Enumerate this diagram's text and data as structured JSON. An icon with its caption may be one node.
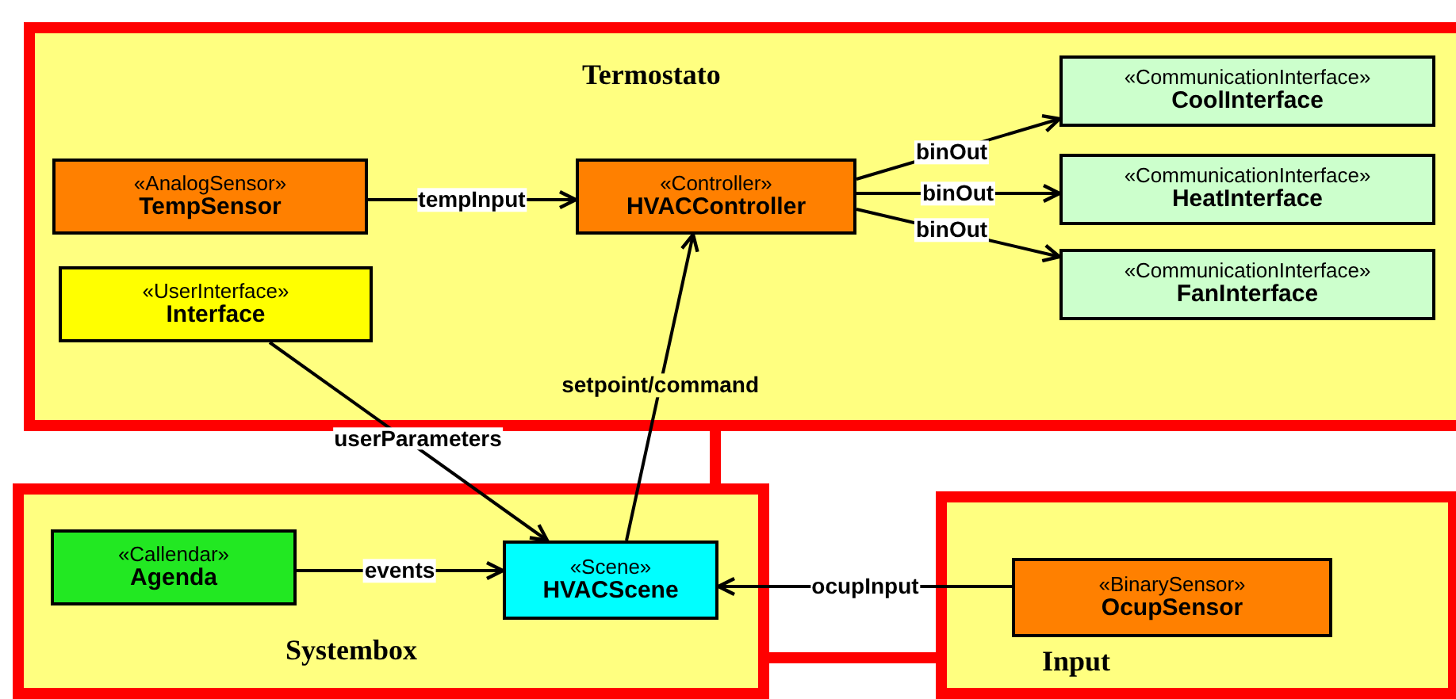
{
  "diagram": {
    "nodes": [
      {
        "text": [
          "Termostato"
        ]
      },
      {
        "text": [
          "«AnalogSensor»",
          "TempSensor"
        ],
        "in": 0
      },
      {
        "text": [
          "«Controller»",
          "HVACController"
        ],
        "in": 0
      },
      {
        "text": [
          "«CommunicationInterface»",
          "CoolInterface"
        ],
        "in": 0
      },
      {
        "text": [
          "«CommunicationInterface»",
          "HeatInterface"
        ],
        "in": 0
      },
      {
        "text": [
          "«CommunicationInterface»",
          "FanInterface"
        ],
        "in": 0
      },
      {
        "text": [
          "«UserInterface»",
          "Interface"
        ],
        "in": 0
      },
      {
        "text": [
          "Systembox"
        ]
      },
      {
        "text": [
          "«Callendar»",
          "Agenda"
        ],
        "in": 7
      },
      {
        "text": [
          "«Scene»",
          "HVACScene"
        ],
        "in": 7
      },
      {
        "text": [
          "Input"
        ]
      },
      {
        "text": [
          "«BinarySensor»",
          "OcupSensor"
        ],
        "in": 10
      }
    ],
    "edges": [
      {
        "from": 1,
        "to": 2,
        "arrow": "to",
        "label": "tempInput"
      },
      {
        "from": 2,
        "to": 3,
        "arrow": "to",
        "label": "binOut"
      },
      {
        "from": 2,
        "to": 4,
        "arrow": "to",
        "label": "binOut"
      },
      {
        "from": 2,
        "to": 5,
        "arrow": "to",
        "label": "binOut"
      },
      {
        "from": 6,
        "to": 9,
        "arrow": "to",
        "label": "userParameters"
      },
      {
        "from": 9,
        "to": 2,
        "arrow": "to",
        "label": "setpoint/command"
      },
      {
        "from": 8,
        "to": 9,
        "arrow": "to",
        "label": "events"
      },
      {
        "from": 11,
        "to": 9,
        "arrow": "to",
        "label": "ocupInput"
      },
      {
        "from": 0,
        "to": 7,
        "arrow": "none",
        "style": "thick",
        "color": "#ff0000"
      },
      {
        "from": 7,
        "to": 10,
        "arrow": "none",
        "style": "thick",
        "color": "#ff0000"
      }
    ]
  }
}
